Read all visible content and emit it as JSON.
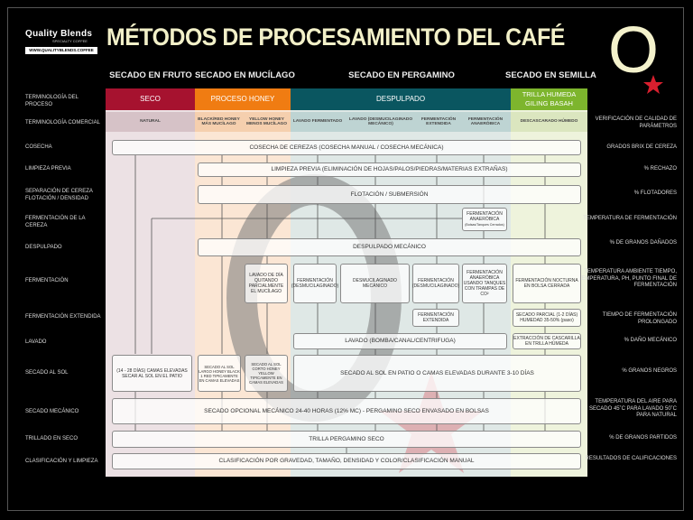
{
  "logo": {
    "name": "Quality Blends",
    "tagline": "SPECIALTY COFFEE",
    "url": "WWW.QUALITYBLENDS.COFFEE"
  },
  "title": "MÉTODOS DE PROCESAMIENTO DEL CAFÉ",
  "brand_mark": "O",
  "colors": {
    "seco": "#a6122f",
    "honey": "#f07c12",
    "despulpado": "#0a5660",
    "trilla": "#7db52d",
    "accent_star": "#d81f2e"
  },
  "categories": [
    "SECADO EN FRUTO",
    "SECADO EN MUCÍLAGO",
    "SECADO EN PERGAMINO",
    "SECADO EN SEMILLA"
  ],
  "row_labels": [
    "TERMINOLOGÍA DEL PROCESO",
    "TERMINOLOGÍA COMERCIAL",
    "COSECHA",
    "LIMPIEZA PREVIA",
    "SEPARACIÓN DE CEREZA FLOTACIÓN / DENSIDAD",
    "FERMENTACIÓN DE LA CEREZA",
    "DESPULPADO",
    "FERMENTACIÓN",
    "FERMENTACIÓN EXTENDIDA",
    "LAVADO",
    "SECADO AL SOL",
    "SECADO MECÁNICO",
    "TRILLADO EN SECO",
    "CLASIFICACIÓN Y LIMPIEZA"
  ],
  "right_labels": [
    "VERIFICACIÓN DE CALIDAD DE PARÁMETROS",
    "GRADOS BRIX DE CEREZA",
    "% RECHAZO",
    "% FLOTADORES",
    "TEMPERATURA DE FERMENTACIÓN",
    "% DE GRANOS DAÑADOS",
    "TEMPERATURA AMBIENTE TIEMPO, TEMPERATURA, PH, PUNTO FINAL DE FERMENTACIÓN",
    "TIEMPO DE FERMENTACIÓN PROLONGADO",
    "% DAÑO MECÁNICO",
    "% GRANOS NEGROS",
    "TEMPERATURA DEL AIRE PARA SECADO 45˚C PARA LAVADO 50˚C PARA NATURAL",
    "% DE GRANOS PARTIDOS",
    "RESULTADOS DE CALIFICACIONES"
  ],
  "process_heads": [
    "SECO",
    "PROCESO HONEY",
    "DESPULPADO",
    "TRILLA HUMEDA GILING BASAH"
  ],
  "commercial": [
    "NATURAL",
    "BLACK/RED HONEY MÁS MUCÍLAGO",
    "YELLOW HONEY MENOS MUCÍLAGO",
    "LAVADO FERMENTADO",
    "LAVADO (DESMUCILAGINADO MECÁNICO)",
    "FERMENTACIÓN EXTENDIDA",
    "FERMENTACIÓN ANAERÓBICA",
    "DESCASCARADO HÚMEDO"
  ],
  "steps": {
    "cosecha": "COSECHA DE CEREZAS (COSECHA MANUAL / COSECHA MECÁNICA)",
    "limpieza": "LIMPIEZA PREVIA (ELIMINACIÓN DE HOJAS/PALOS/PIEDRAS/MATERIAS EXTRAÑAS)",
    "flotacion": "FLOTACIÓN / SUBMERSIÓN",
    "ferm_anaerobica_cereza": "FERMENTACIÓN ANAERÓBICA",
    "ferm_anaerobica_cereza_sub": "(Bolsas/Tanques Cerrados)",
    "despulpado": "DESPULPADO MECÁNICO",
    "lavado_honey": "LAVADO DE DÍA QUITANDO PARCIALMENTE EL MUCÍLAGO",
    "ferm_desmucilaginado": "FERMENTACIÓN (DESMUCILAGINADO)",
    "desmucilaginado_mec": "DESMUCILAGINADO MECÁNICO",
    "ferm_desmucilaginado_2": "FERMENTACIÓN (DESMUCILAGINADO)",
    "ferm_anaerobica_tanques": "FERMENTACIÓN ANAERÓBICA USANDO TANQUES CON TRAMPAS DE CO²",
    "ferm_nocturna": "FERMENTACIÓN NOCTURNA EN BOLSA CERRADA",
    "ferm_extendida": "FERMENTACIÓN EXTENDIDA",
    "secado_parcial": "SECADO PARCIAL (1-2 DÍAS) HUMEDAD 35-50% (paso)",
    "lavado": "LAVADO (BOMBA/CANAL/CENTRIFUGA)",
    "extraccion": "EXTRACCIÓN DE CASCARILLA EN TRILLA HÚMEDA",
    "secado_natural": "(14 - 28 DÍAS) CAMAS ELEVADAS SECAR AL SOL EN EL PATIO",
    "secado_black": "SECADO AL SOL LARGO HONEY BLACK 1 RED TIPICAMENTE EN CAMAS ELEVADAS",
    "secado_yellow": "SECADO AL SOL CORTO HONEY YELLOW TIPICAMENTE EN CAMAS ELEVADAS",
    "secado_sol": "SECADO AL SOL EN PATIO O CAMAS ELEVADAS DURANTE 3-10 DÍAS",
    "secado_mecanico": "SECADO OPCIONAL MECÁNICO 24-40 HORAS (12% MC) - PERGAMINO SECO ENVASADO EN BOLSAS",
    "trilla": "TRILLA PERGAMINO SECO",
    "clasificacion": "CLASIFICACIÓN POR GRAVEDAD, TAMAÑO, DENSIDAD Y COLOR/CLASIFICACIÓN MANUAL"
  }
}
